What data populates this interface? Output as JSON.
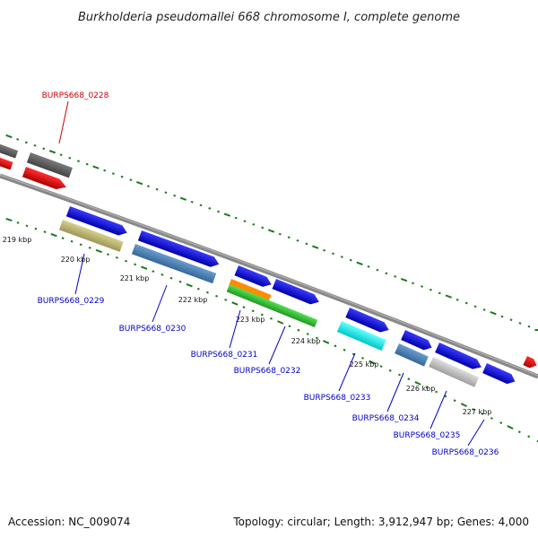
{
  "title": "Burkholderia pseudomallei 668 chromosome I, complete genome",
  "footer": {
    "accession": "Accession: NC_009074",
    "summary": "Topology: circular; Length: 3,912,947 bp; Genes: 4,000"
  },
  "tick_labels": [
    "219 kbp",
    "220 kbp",
    "221 kbp",
    "222 kbp",
    "223 kbp",
    "224 kbp",
    "225 kbp",
    "226 kbp",
    "227 kbp"
  ],
  "genes": [
    {
      "name": "BURPS668_0228",
      "color": "#cc0000"
    },
    {
      "name": "BURPS668_0229",
      "color": "#0000cc"
    },
    {
      "name": "BURPS668_0230",
      "color": "#0000cc"
    },
    {
      "name": "BURPS668_0231",
      "color": "#0000cc"
    },
    {
      "name": "BURPS668_0232",
      "color": "#0000cc"
    },
    {
      "name": "BURPS668_0233",
      "color": "#0000cc"
    },
    {
      "name": "BURPS668_0234",
      "color": "#0000cc"
    },
    {
      "name": "BURPS668_0235",
      "color": "#0000cc"
    },
    {
      "name": "BURPS668_0236",
      "color": "#0000cc"
    }
  ],
  "colors": {
    "forward_strand": "#1010e0",
    "reverse_strand": "#ff0000",
    "backbone": "#808080",
    "tick_marks": "#1a7a1a",
    "cog_gray": "#666666",
    "cog_khaki": "#c2bb78",
    "cog_steelblue": "#4f86b8",
    "cog_orange": "#ff8c00",
    "cog_green": "#33cc33",
    "cog_cyan": "#00ffff",
    "cog_silver": "#c0c0c0"
  }
}
